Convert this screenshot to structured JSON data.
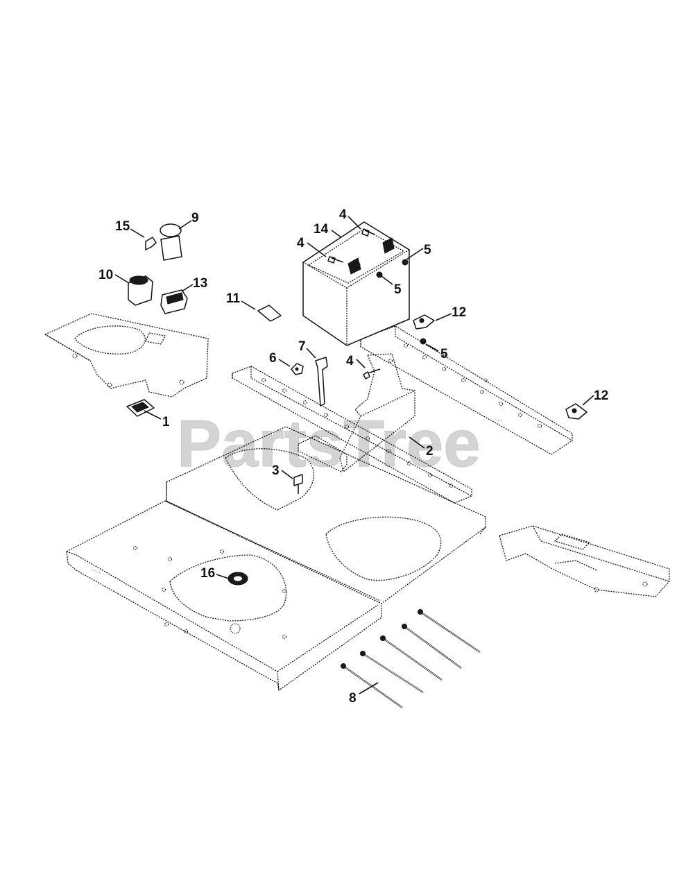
{
  "watermark": {
    "text": "PartsTree",
    "tm": "™"
  },
  "callouts": [
    {
      "id": "1",
      "label": "1"
    },
    {
      "id": "2",
      "label": "2"
    },
    {
      "id": "3",
      "label": "3"
    },
    {
      "id": "4a",
      "label": "4"
    },
    {
      "id": "4b",
      "label": "4"
    },
    {
      "id": "4c",
      "label": "4"
    },
    {
      "id": "5a",
      "label": "5"
    },
    {
      "id": "5b",
      "label": "5"
    },
    {
      "id": "5c",
      "label": "5"
    },
    {
      "id": "6",
      "label": "6"
    },
    {
      "id": "7",
      "label": "7"
    },
    {
      "id": "8",
      "label": "8"
    },
    {
      "id": "9",
      "label": "9"
    },
    {
      "id": "10",
      "label": "10"
    },
    {
      "id": "11",
      "label": "11"
    },
    {
      "id": "12a",
      "label": "12"
    },
    {
      "id": "12b",
      "label": "12"
    },
    {
      "id": "13",
      "label": "13"
    },
    {
      "id": "14",
      "label": "14"
    },
    {
      "id": "15",
      "label": "15"
    },
    {
      "id": "16",
      "label": "16"
    }
  ],
  "colors": {
    "line": "#111111",
    "watermark": "#d4d4d4",
    "background": "#ffffff"
  }
}
